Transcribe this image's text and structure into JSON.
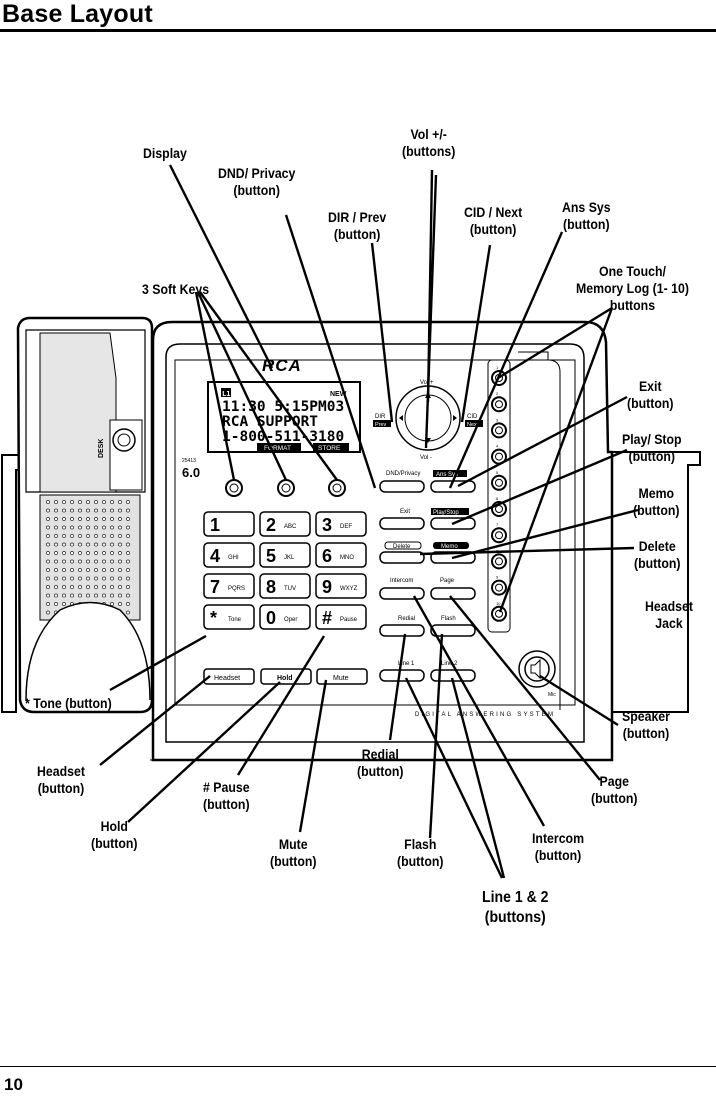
{
  "page": {
    "title": "Base Layout",
    "page_number": "10"
  },
  "phone": {
    "brand": "RCA",
    "model": "6.0",
    "model_small": "25413",
    "side_label": "DESK",
    "footer_strip": "DIGITAL ANSWERING SYSTEM",
    "display": {
      "indicator": "L1",
      "new_flag": "NEW",
      "line1": "11:30  5:15PM03",
      "line2": "RCA SUPPORT",
      "line3": "1-800-511-3180",
      "softkey1": "FORMAT",
      "softkey2": "STORE"
    },
    "nav": {
      "vol_up": "Vol +",
      "vol_down": "Vol -",
      "dir_label": "DIR",
      "dir_sub": "Prev",
      "cid_label": "CID",
      "cid_sub": "Next"
    },
    "function_keys": {
      "dnd": "DND/Privacy",
      "ans_sys": "Ans Sys",
      "exit": "Exit",
      "play_stop": "Play/Stop",
      "delete": "Delete",
      "memo": "Memo",
      "intercom": "Intercom",
      "page": "Page",
      "redial": "Redial",
      "flash": "Flash",
      "line1": "Line 1",
      "line2": "Line 2",
      "mute_mic": "Mic"
    },
    "keypad": [
      {
        "digit": "1",
        "letters": ""
      },
      {
        "digit": "2",
        "letters": "ABC"
      },
      {
        "digit": "3",
        "letters": "DEF"
      },
      {
        "digit": "4",
        "letters": "GHI"
      },
      {
        "digit": "5",
        "letters": "JKL"
      },
      {
        "digit": "6",
        "letters": "MNO"
      },
      {
        "digit": "7",
        "letters": "PQRS"
      },
      {
        "digit": "8",
        "letters": "TUV"
      },
      {
        "digit": "9",
        "letters": "WXYZ"
      },
      {
        "digit": "*",
        "letters": "Tone"
      },
      {
        "digit": "0",
        "letters": "Oper"
      },
      {
        "digit": "#",
        "letters": "Pause"
      }
    ],
    "bottom_keys": {
      "headset": "Headset",
      "hold": "Hold",
      "mute": "Mute"
    },
    "memory_numbers": [
      "1",
      "2",
      "3",
      "4",
      "5",
      "6",
      "7",
      "8",
      "9",
      "10"
    ]
  },
  "callouts": {
    "display": {
      "l1": "Display"
    },
    "dnd_privacy": {
      "l1": "DND/  Privacy",
      "l2": "(button)"
    },
    "vol": {
      "l1": "Vol +/-",
      "l2": "(buttons)"
    },
    "dir_prev": {
      "l1": "DIR / Prev",
      "l2": "(button)"
    },
    "cid_next": {
      "l1": "CID / Next",
      "l2": "(button)"
    },
    "ans_sys": {
      "l1": "Ans  Sys",
      "l2": "(button)"
    },
    "soft_keys": {
      "l1": "3  Soft Keys"
    },
    "one_touch": {
      "l1": "One Touch/",
      "l2": "Memory Log   (1- 10)",
      "l3": "buttons"
    },
    "exit": {
      "l1": "Exit",
      "l2": "(button)"
    },
    "play_stop": {
      "l1": "Play/ Stop",
      "l2": "(button)"
    },
    "memo": {
      "l1": "Memo",
      "l2": "(button)"
    },
    "delete": {
      "l1": "Delete",
      "l2": "(button)"
    },
    "headset_jack": {
      "l1": "Headset",
      "l2": "Jack"
    },
    "tone": {
      "l1": "* Tone (button)"
    },
    "speaker": {
      "l1": "Speaker",
      "l2": "(button)"
    },
    "headset_btn": {
      "l1": "Headset",
      "l2": "(button)"
    },
    "pause": {
      "l1": "# Pause",
      "l2": "(button)"
    },
    "redial": {
      "l1": "Redial",
      "l2": "(button)"
    },
    "page": {
      "l1": "Page",
      "l2": "(button)"
    },
    "hold": {
      "l1": "Hold",
      "l2": "(button)"
    },
    "mute": {
      "l1": "Mute",
      "l2": "(button)"
    },
    "flash": {
      "l1": "Flash",
      "l2": "(button)"
    },
    "intercom": {
      "l1": "Intercom",
      "l2": "(button)"
    },
    "lines": {
      "l1": "Line 1 & 2",
      "l2": "(buttons)"
    }
  }
}
